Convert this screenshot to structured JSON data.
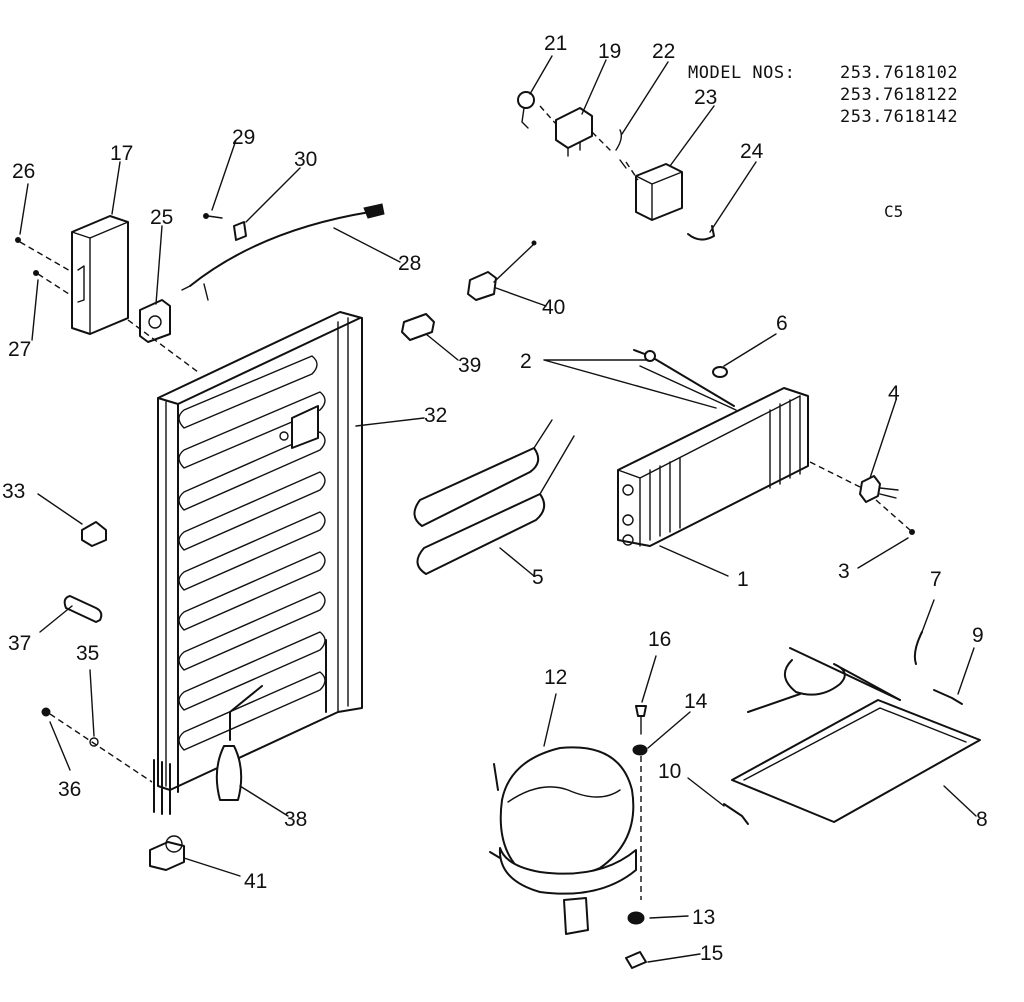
{
  "header": {
    "model_label": "MODEL NOS:",
    "model_numbers": [
      "253.7618102",
      "253.7618122",
      "253.7618142"
    ]
  },
  "diagram_code": "C5",
  "callouts": [
    {
      "id": "1",
      "label": "1"
    },
    {
      "id": "2",
      "label": "2"
    },
    {
      "id": "3",
      "label": "3"
    },
    {
      "id": "4",
      "label": "4"
    },
    {
      "id": "5",
      "label": "5"
    },
    {
      "id": "6",
      "label": "6"
    },
    {
      "id": "7",
      "label": "7"
    },
    {
      "id": "8",
      "label": "8"
    },
    {
      "id": "9",
      "label": "9"
    },
    {
      "id": "10",
      "label": "10"
    },
    {
      "id": "12",
      "label": "12"
    },
    {
      "id": "13",
      "label": "13"
    },
    {
      "id": "14",
      "label": "14"
    },
    {
      "id": "15",
      "label": "15"
    },
    {
      "id": "16",
      "label": "16"
    },
    {
      "id": "17",
      "label": "17"
    },
    {
      "id": "19",
      "label": "19"
    },
    {
      "id": "21",
      "label": "21"
    },
    {
      "id": "22",
      "label": "22"
    },
    {
      "id": "23",
      "label": "23"
    },
    {
      "id": "24",
      "label": "24"
    },
    {
      "id": "25",
      "label": "25"
    },
    {
      "id": "26",
      "label": "26"
    },
    {
      "id": "27",
      "label": "27"
    },
    {
      "id": "28",
      "label": "28"
    },
    {
      "id": "29",
      "label": "29"
    },
    {
      "id": "30",
      "label": "30"
    },
    {
      "id": "32",
      "label": "32"
    },
    {
      "id": "33",
      "label": "33"
    },
    {
      "id": "35",
      "label": "35"
    },
    {
      "id": "36",
      "label": "36"
    },
    {
      "id": "37",
      "label": "37"
    },
    {
      "id": "38",
      "label": "38"
    },
    {
      "id": "39",
      "label": "39"
    },
    {
      "id": "40",
      "label": "40"
    },
    {
      "id": "41",
      "label": "41"
    }
  ]
}
